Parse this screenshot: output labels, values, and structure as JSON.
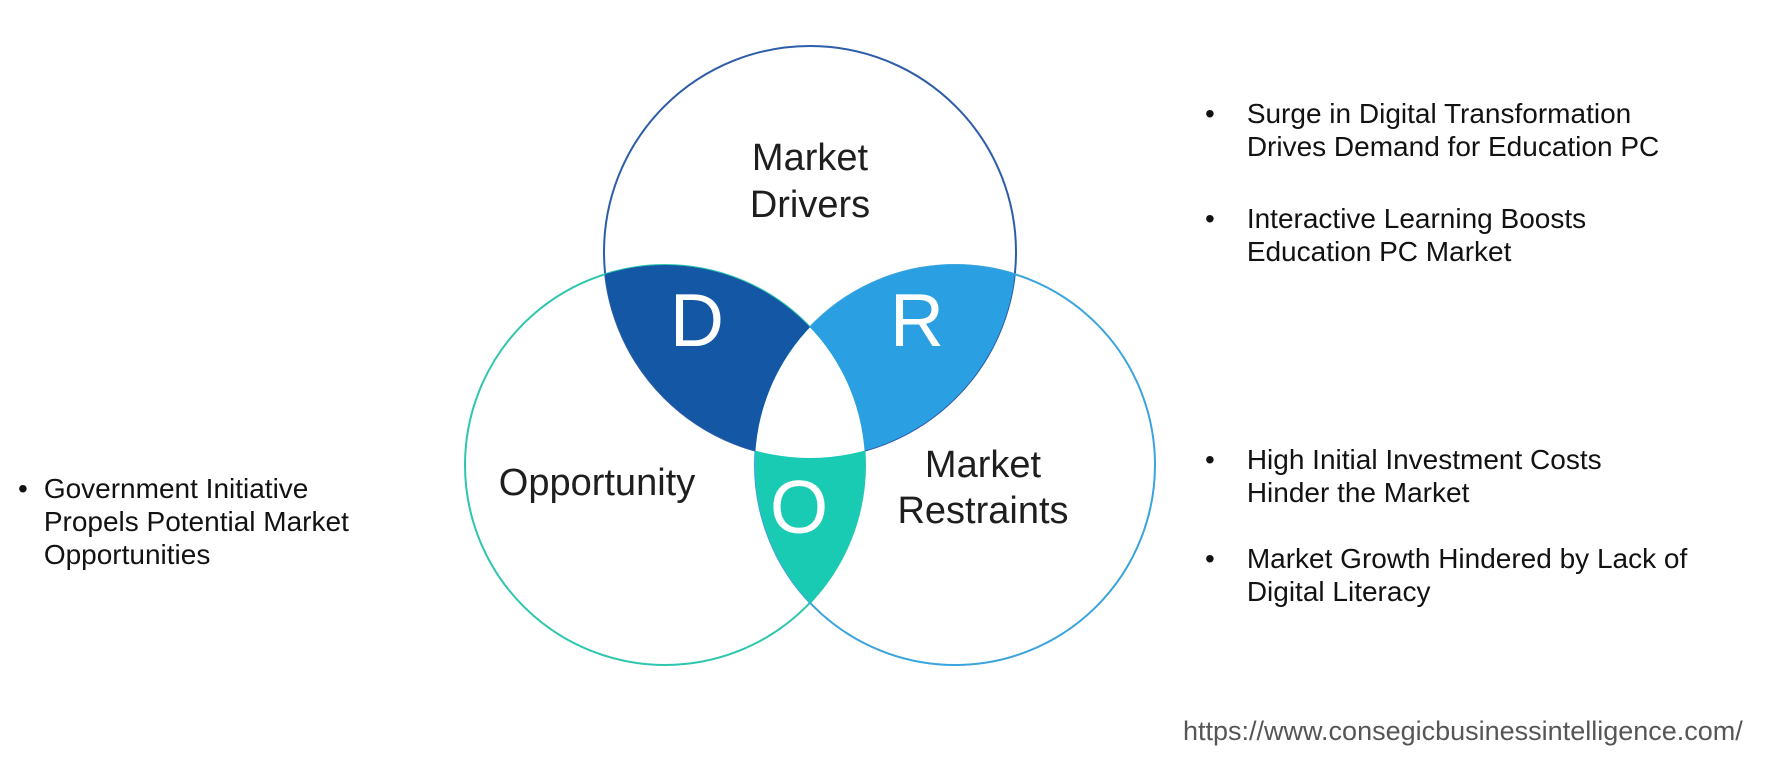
{
  "diagram": {
    "background_color": "#ffffff",
    "circles": {
      "drivers": {
        "label_line1": "Market",
        "label_line2": "Drivers",
        "outline_color": "#2d5da9"
      },
      "opportunity": {
        "label": "Opportunity",
        "outline_color": "#2ec6ad"
      },
      "restraints": {
        "label_line1": "Market",
        "label_line2": "Restraints",
        "outline_color": "#3ba4dd"
      }
    },
    "intersections": {
      "drivers_letter": "D",
      "drivers_fill": "#1357a5",
      "restraints_letter": "R",
      "restraints_fill": "#2aa0e2",
      "opportunity_letter": "O",
      "opportunity_fill": "#1acbb3",
      "center_fill": "#ffffff",
      "letter_color": "#ffffff"
    }
  },
  "notes": {
    "left": {
      "bullet": "•",
      "lines": [
        "Government Initiative",
        "Propels Potential Market",
        "Opportunities"
      ]
    },
    "right_top": [
      {
        "bullet": "•",
        "lines": [
          "Surge in Digital Transformation",
          "Drives Demand for Education PC"
        ]
      },
      {
        "bullet": "•",
        "lines": [
          "Interactive Learning Boosts",
          "Education PC Market"
        ]
      }
    ],
    "right_bottom": [
      {
        "bullet": "•",
        "lines": [
          "High Initial Investment Costs",
          "Hinder the Market"
        ]
      },
      {
        "bullet": "•",
        "lines": [
          "Market Growth Hindered by Lack of",
          "Digital Literacy"
        ]
      }
    ]
  },
  "footer": {
    "url": "https://www.consegicbusinessintelligence.com/"
  }
}
